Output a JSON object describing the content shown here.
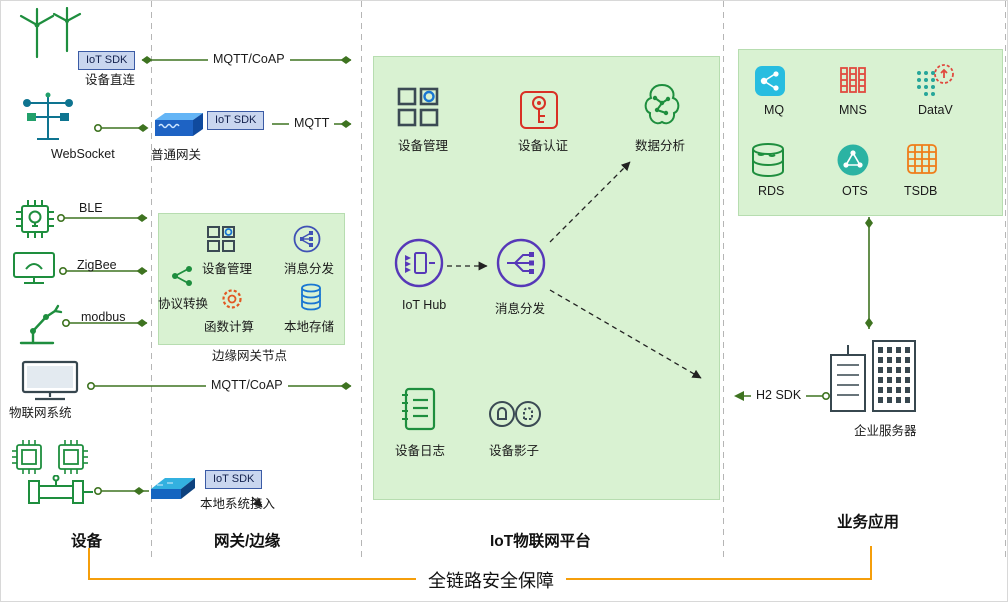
{
  "colors": {
    "connector_green": "#3e7320",
    "security_orange": "#f59e0b",
    "panel_green": "#d9f2d2",
    "badge_blue": "#c9d6ef"
  },
  "columns": {
    "devices": "设备",
    "gateway": "网关/边缘",
    "platform": "IoT物联网平台",
    "business": "业务应用"
  },
  "badge": {
    "iot_sdk": "IoT SDK"
  },
  "links": {
    "mqtt_coap_top": "MQTT/CoAP",
    "mqtt": "MQTT",
    "mqtt_coap_mid": "MQTT/CoAP",
    "h2_sdk": "H2 SDK"
  },
  "devices": {
    "direct_connect": "设备直连",
    "websocket": "WebSocket",
    "ble": "BLE",
    "zigbee": "ZigBee",
    "modbus": "modbus",
    "iot_system": "物联网系统"
  },
  "gateway": {
    "normal_gateway": "普通网关",
    "local_access": "本地系统接入",
    "edge_node_title": "边缘网关节点",
    "edge": {
      "protocol_convert": "协议转换",
      "device_mgmt": "设备管理",
      "msg_dispatch": "消息分发",
      "function_compute": "函数计算",
      "local_storage": "本地存储"
    }
  },
  "platform": {
    "device_mgmt": "设备管理",
    "device_auth": "设备认证",
    "data_analysis": "数据分析",
    "iot_hub": "IoT Hub",
    "msg_dispatch": "消息分发",
    "device_log": "设备日志",
    "device_shadow": "设备影子"
  },
  "business": {
    "mq": "MQ",
    "mns": "MNS",
    "datav": "DataV",
    "rds": "RDS",
    "ots": "OTS",
    "tsdb": "TSDB",
    "enterprise_server": "企业服务器"
  },
  "footer": {
    "security": "全链路安全保障"
  }
}
